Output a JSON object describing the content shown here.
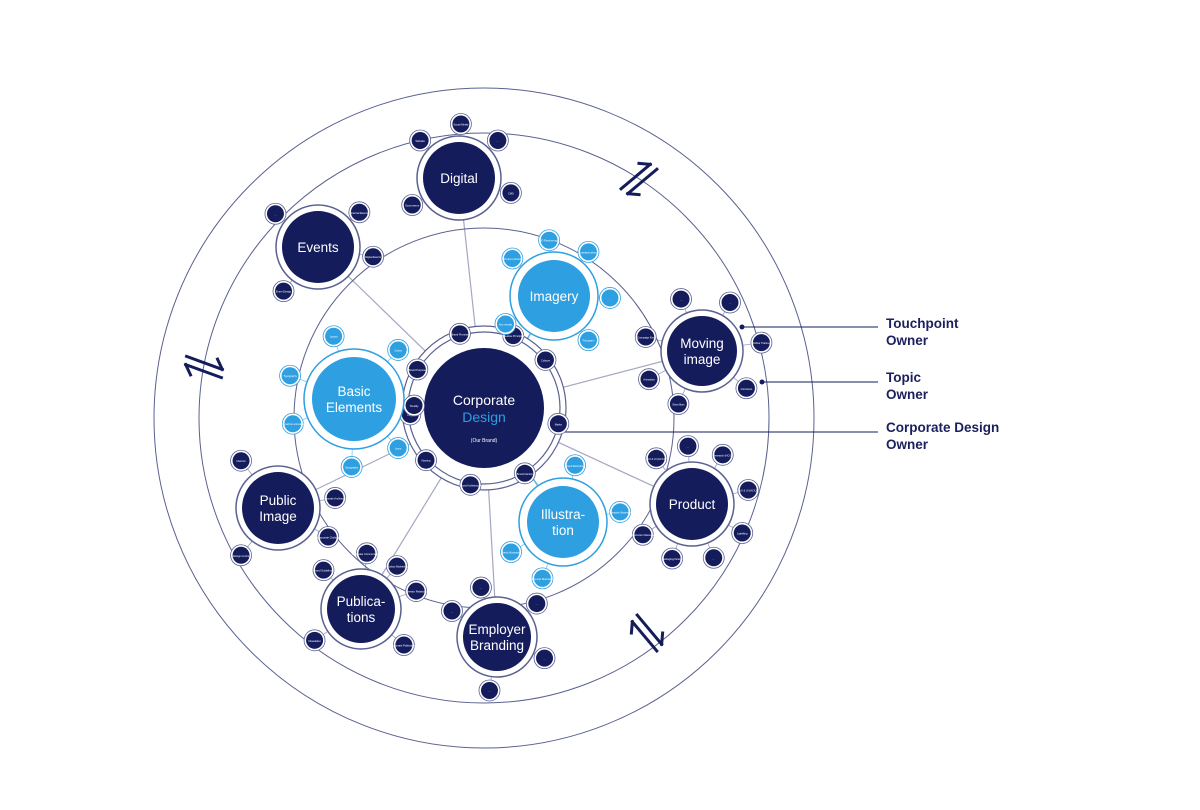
{
  "colors": {
    "navy": "#141c5c",
    "light_blue": "#2e9fe0",
    "ring_line": "#5a6190",
    "label_text": "#1b1f5e"
  },
  "center": {
    "line1": "Corporate",
    "line2": "Design",
    "sub": "(Our Brand)"
  },
  "core_satellites": [
    "Brand Purpose",
    "Brand Promise",
    "Creative Principles",
    "Colours",
    "Marke",
    "Brand Identity",
    "Brand Architecture",
    "Naming",
    "Logo",
    "Tonality"
  ],
  "topics": [
    {
      "id": "imagery",
      "lines": [
        "Imagery"
      ],
      "satellites": [
        "3D Rend-erings",
        "Illustrative photos",
        "Product photos",
        "…",
        "Key visuals",
        "Pictogram"
      ]
    },
    {
      "id": "basic-elements",
      "lines": [
        "Basic",
        "Elements"
      ],
      "satellites": [
        "Layout",
        "Colors",
        "Typography",
        "Icons",
        "Interaction animation",
        "Typography"
      ]
    },
    {
      "id": "illustration",
      "lines": [
        "Illustra-",
        "tion"
      ],
      "satellites": [
        "Brand illustration",
        "Character illustration",
        "Sketch illustration",
        "Concept illustration"
      ]
    }
  ],
  "touchpoints": [
    {
      "id": "digital",
      "lines": [
        "Digital"
      ],
      "satellites": [
        "Social Media",
        "Website",
        "…",
        "CMS",
        "Ecommerce"
      ]
    },
    {
      "id": "events",
      "lines": [
        "Events"
      ],
      "satellites": [
        "…",
        "Internal Events",
        "Digital Events",
        "Event Design"
      ]
    },
    {
      "id": "moving-image",
      "lines": [
        "Moving",
        "image"
      ],
      "satellites": [
        "…",
        "…",
        "Campaign film",
        "Online Training",
        "Interviews",
        "Short films",
        "Animation"
      ]
    },
    {
      "id": "product",
      "lines": [
        "Product"
      ],
      "satellites": [
        "UX & UI (HCIU)",
        "…",
        "Research (HCIU)",
        "UX & UI (HCIU)",
        "Labelling",
        "…",
        "Packaging Design",
        "Instruction Manuals"
      ]
    },
    {
      "id": "employer-branding",
      "lines": [
        "Employer",
        "Branding"
      ],
      "satellites": [
        "…",
        "…",
        "…",
        "…",
        "…"
      ]
    },
    {
      "id": "publications",
      "lines": [
        "Publica-",
        "tions"
      ],
      "satellites": [
        "Brand Guidelines",
        "Corporate Communication",
        "Product Marketing",
        "Newsletter",
        "Corporate Publications",
        "Investor Relations"
      ]
    },
    {
      "id": "public-image",
      "lines": [
        "Public",
        "Image"
      ],
      "satellites": [
        "Interiors",
        "Corporate Architecture",
        "Corporate Clothing",
        "Design Centre"
      ]
    }
  ],
  "owner_labels": [
    {
      "id": "touchpoint",
      "lines": [
        "Touchpoint",
        "Owner"
      ]
    },
    {
      "id": "topic",
      "lines": [
        "Topic",
        "Owner"
      ]
    },
    {
      "id": "corporate-design",
      "lines": [
        "Corporate Design",
        "Owner"
      ]
    }
  ],
  "arrow_icons": [
    "double-arrow-icon",
    "double-arrow-icon",
    "double-arrow-icon"
  ]
}
